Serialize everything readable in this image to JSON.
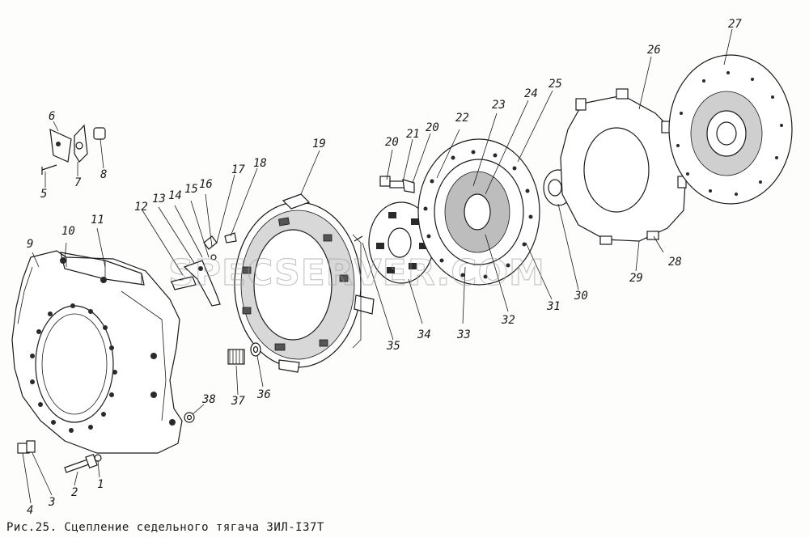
{
  "caption": "Рис.25. Сцепление седельного тягача ЗИЛ-I37T",
  "watermark": "SPECSERVER.COM",
  "labels": {
    "l1": "1",
    "l2": "2",
    "l3": "3",
    "l4": "4",
    "l5": "5",
    "l6": "6",
    "l7": "7",
    "l8": "8",
    "l9": "9",
    "l10": "10",
    "l11": "11",
    "l12": "12",
    "l13": "13",
    "l14": "14",
    "l15": "15",
    "l16": "16",
    "l17": "17",
    "l18": "18",
    "l19": "19",
    "l20a": "20",
    "l20b": "20",
    "l21": "21",
    "l22": "22",
    "l23": "23",
    "l24": "24",
    "l25": "25",
    "l26": "26",
    "l27": "27",
    "l28": "28",
    "l29": "29",
    "l30": "30",
    "l31": "31",
    "l32": "32",
    "l33": "33",
    "l34": "34",
    "l35": "35",
    "l36": "36",
    "l37": "37",
    "l38": "38"
  }
}
